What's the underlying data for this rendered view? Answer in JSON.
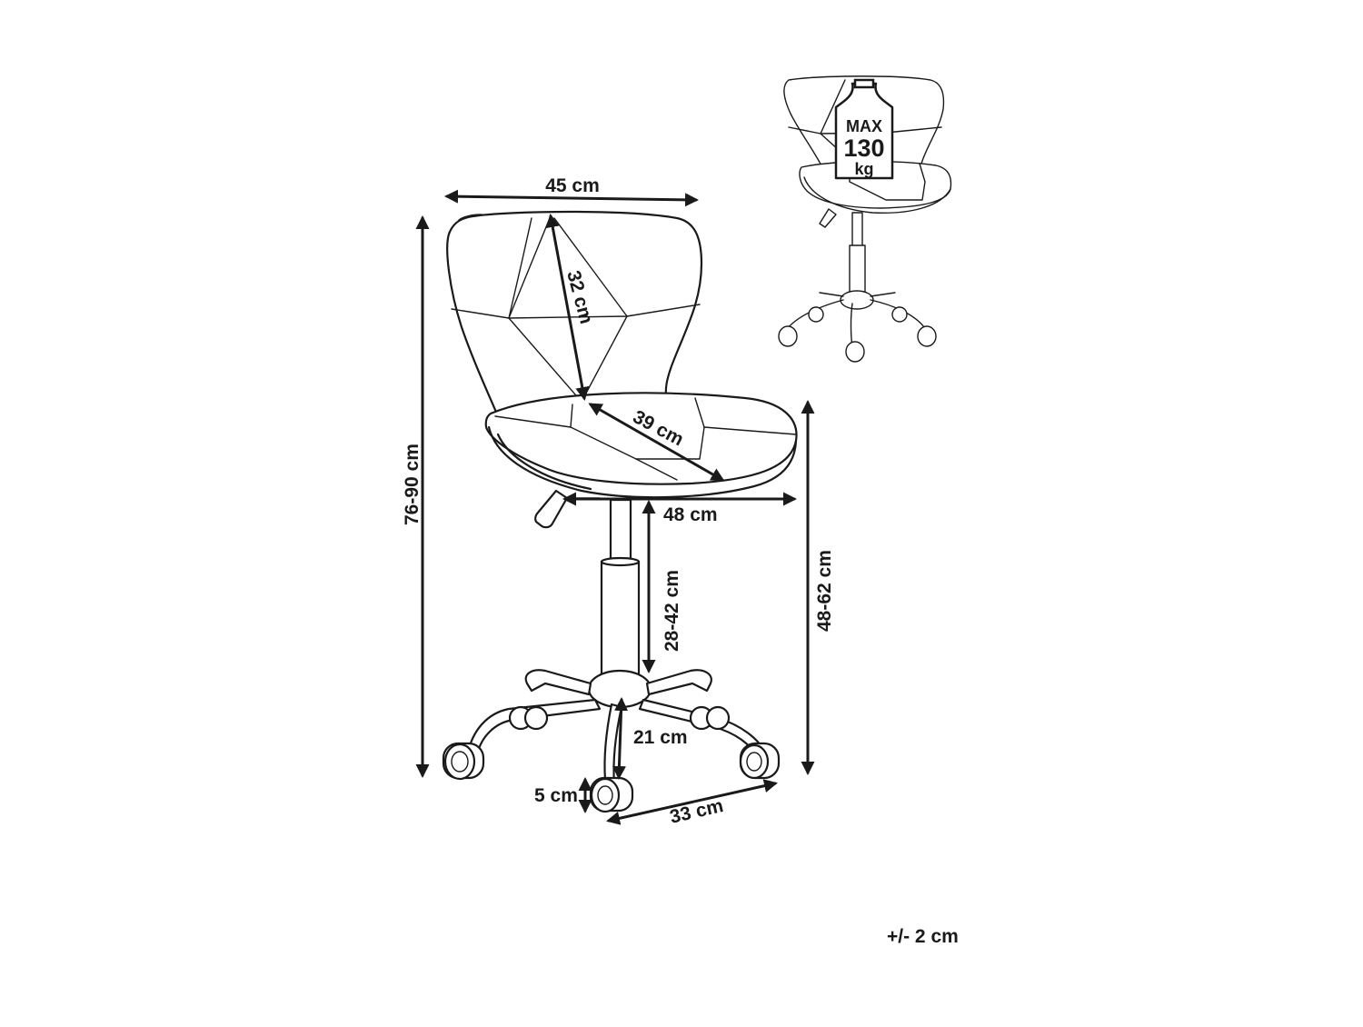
{
  "dimensions": {
    "seat_width": "45 cm",
    "backrest_height": "32 cm",
    "seat_depth": "39 cm",
    "base_width": "48 cm",
    "total_height": "76-90 cm",
    "seat_height": "48-62 cm",
    "gas_lift": "28-42 cm",
    "leg_height": "21 cm",
    "wheel_height": "5 cm",
    "leg_length": "33 cm"
  },
  "weight_badge": {
    "line1": "MAX",
    "line2": "130",
    "line3": "kg"
  },
  "tolerance": "+/- 2 cm"
}
